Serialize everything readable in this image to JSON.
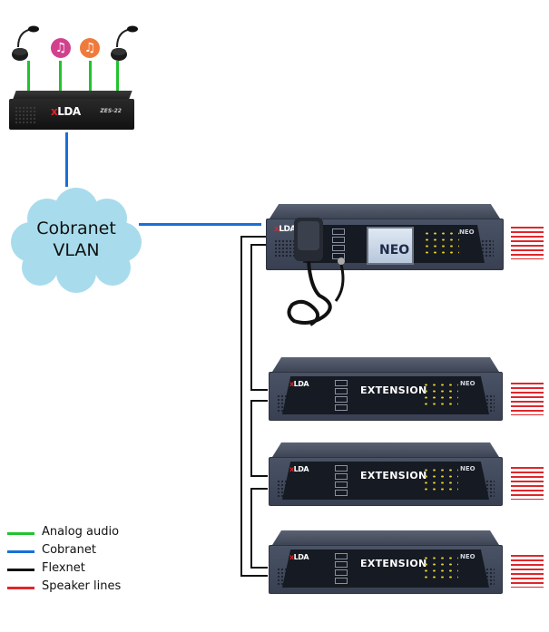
{
  "inputs": [
    {
      "type": "microphone",
      "icon": "microphone-icon"
    },
    {
      "type": "music",
      "icon": "music-note-icon",
      "color": "#d2418d",
      "glyph": "♫"
    },
    {
      "type": "music",
      "icon": "music-note-icon",
      "color": "#ef7a3c",
      "glyph": "♫"
    },
    {
      "type": "microphone",
      "icon": "microphone-icon"
    }
  ],
  "zes_device": {
    "brand_x": "x",
    "brand": "LDA",
    "model": "ZES-22"
  },
  "cloud": {
    "line1": "Cobranet",
    "line2": "VLAN",
    "color": "#a8dcec"
  },
  "main_unit": {
    "brand_x": "x",
    "brand": "LDA",
    "screen_text": "NEO",
    "tag": "NEO"
  },
  "extension_units": [
    {
      "label": "EXTENSION",
      "brand_x": "x",
      "brand": "LDA",
      "tag": "NEO"
    },
    {
      "label": "EXTENSION",
      "brand_x": "x",
      "brand": "LDA",
      "tag": "NEO"
    },
    {
      "label": "EXTENSION",
      "brand_x": "x",
      "brand": "LDA",
      "tag": "NEO"
    }
  ],
  "legend": [
    {
      "label": "Analog audio",
      "color": "#22c32e"
    },
    {
      "label": "Cobranet",
      "color": "#1a6fd6"
    },
    {
      "label": "Flexnet",
      "color": "#111111"
    },
    {
      "label": "Speaker lines",
      "color": "#e0262b"
    }
  ]
}
